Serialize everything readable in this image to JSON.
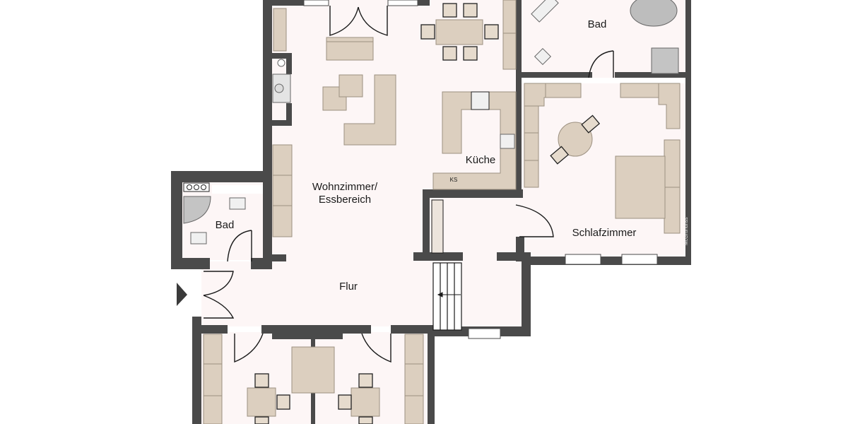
{
  "plan": {
    "type": "floor-plan",
    "colors": {
      "wall": "#4a4a4a",
      "floor": "#fdf6f6",
      "furniture": "#dccfbf",
      "furniture_outline": "#9c9080",
      "sanitary": "#c8c8c8",
      "background": "#ffffff",
      "door_line": "#1a1a1a"
    },
    "rooms": [
      {
        "id": "wohnzimmer",
        "label_line1": "Wohnzimmer/",
        "label_line2": "Essbereich"
      },
      {
        "id": "kueche",
        "label": "Küche"
      },
      {
        "id": "bad_top",
        "label": "Bad"
      },
      {
        "id": "schlafzimmer",
        "label": "Schlafzimmer"
      },
      {
        "id": "bad_left",
        "label": "Bad"
      },
      {
        "id": "flur",
        "label": "Flur"
      }
    ],
    "annotations": {
      "fridge": "KS",
      "credit": "McGrundriss"
    },
    "icons": {
      "entrance": "entrance-arrow-icon",
      "stairs": "stairs-arrow-icon"
    }
  }
}
